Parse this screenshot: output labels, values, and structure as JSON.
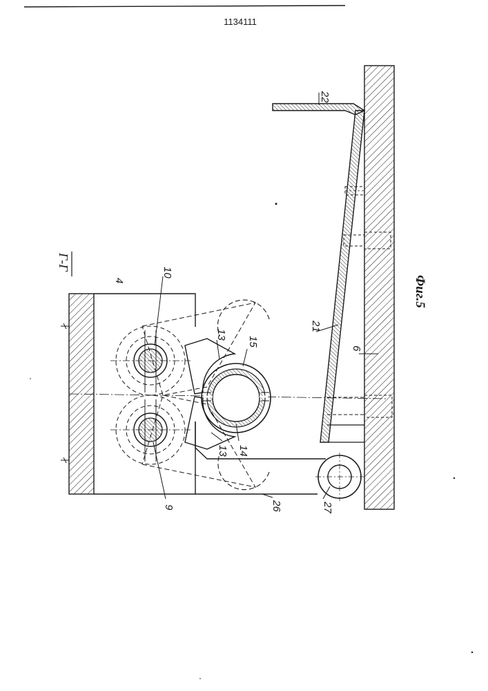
{
  "document": {
    "patent_number": "1134111",
    "section_label": "Г-Г",
    "figure_caption": "Фиг.5"
  },
  "callouts": {
    "c4": "4",
    "c6": "6",
    "c9": "9",
    "c10": "10",
    "c13a": "13",
    "c13b": "13",
    "c14": "14",
    "c15": "15",
    "c21": "21",
    "c22": "22",
    "c26": "26",
    "c27": "27"
  }
}
